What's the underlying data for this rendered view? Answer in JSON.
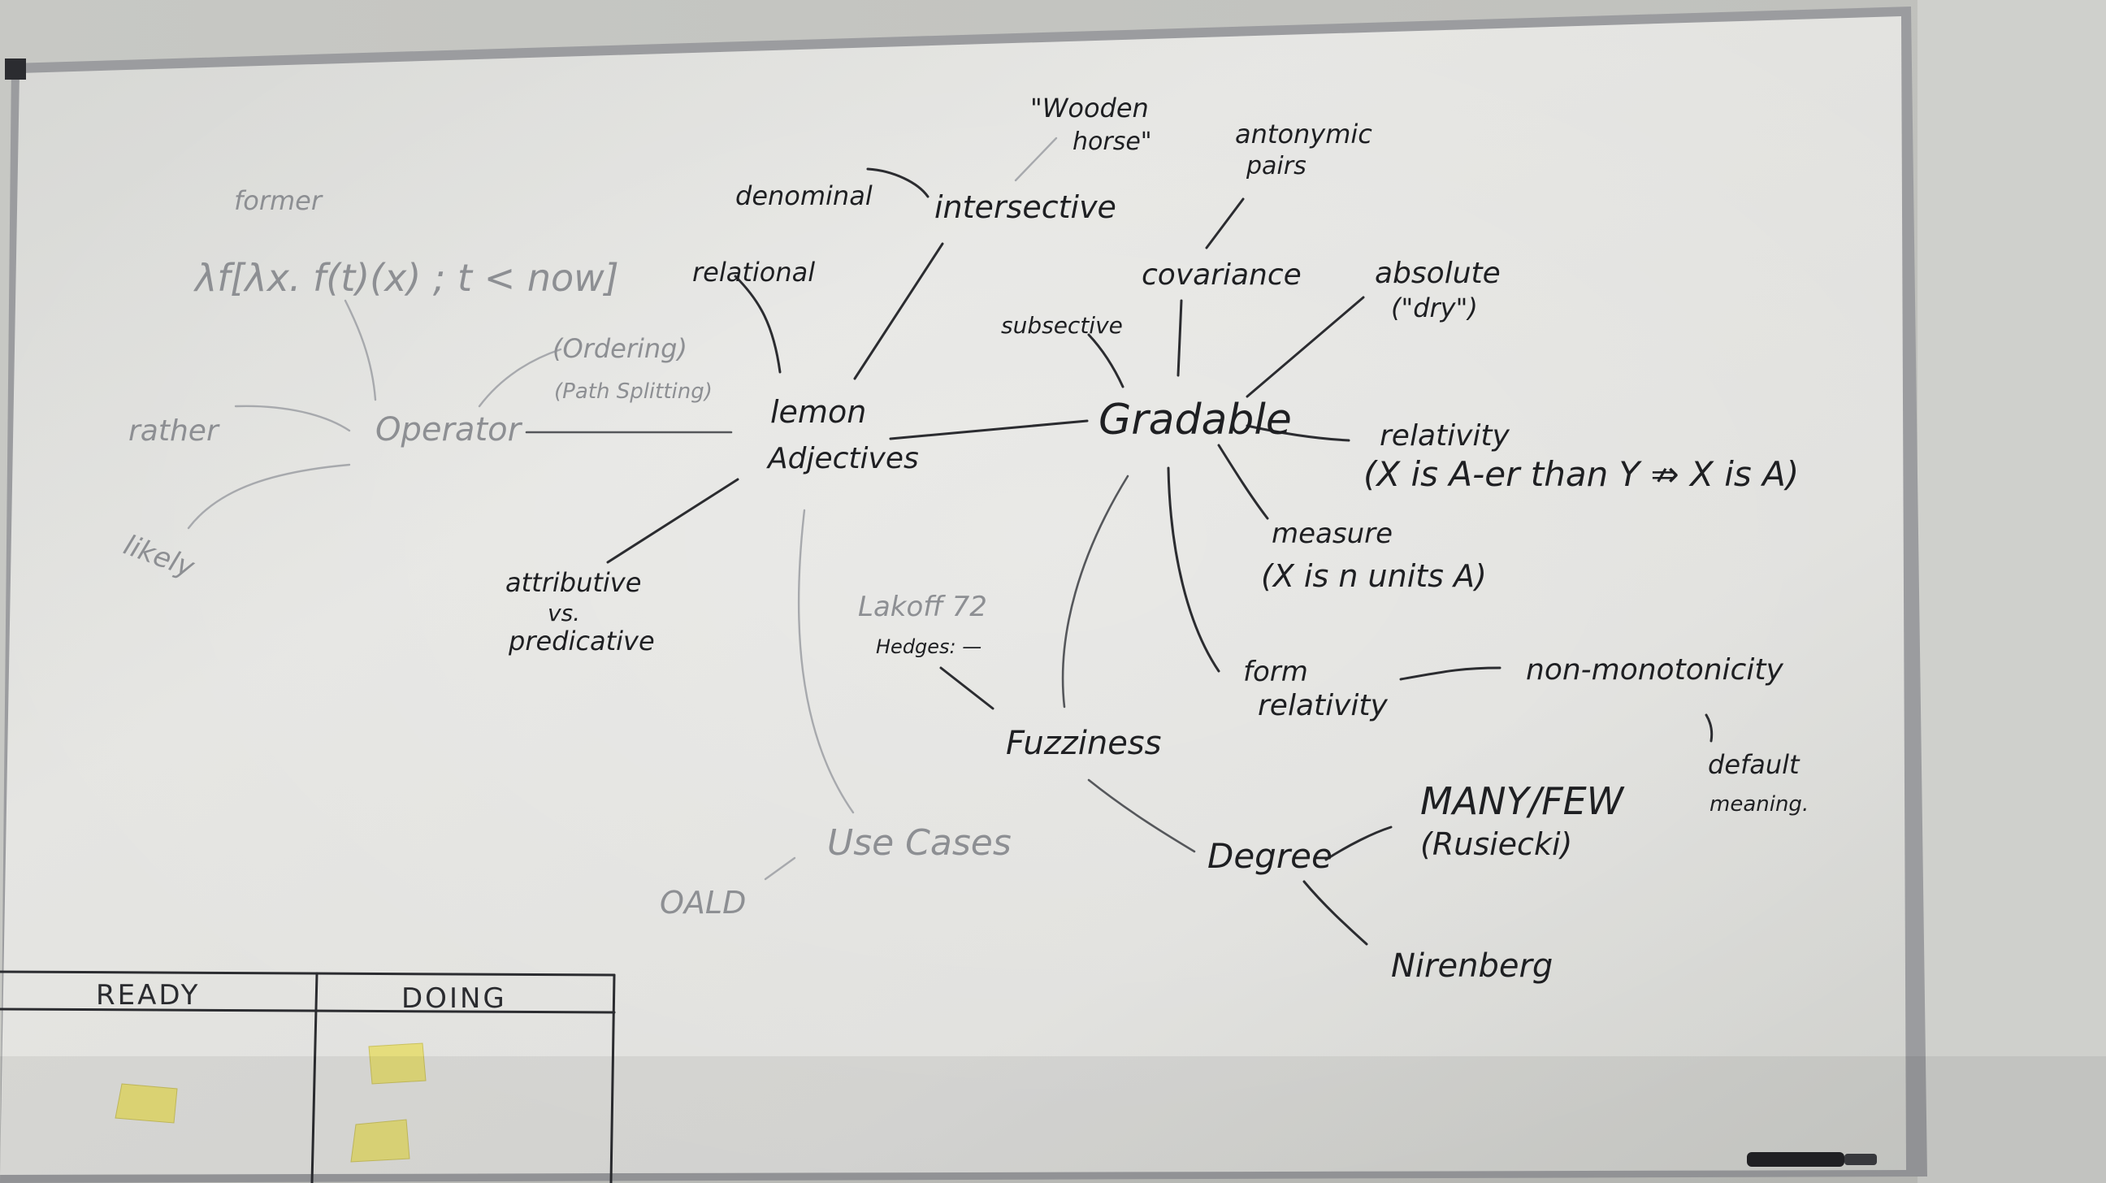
{
  "board": {
    "nodes": {
      "lemon_adjectives_1": "lemon",
      "lemon_adjectives_2": "Adjectives",
      "gradable": "Gradable",
      "operator": "Operator",
      "ordering_1": "(Ordering)",
      "ordering_2": "(Path Splitting)",
      "rather": "rather",
      "likely": "likely",
      "formula_1": "former",
      "formula_2": "λf[λx. f(t)(x) ; t < now]",
      "denominal": "denominal",
      "relational": "relational",
      "intersective": "intersective",
      "wooden_1": "\"Wooden",
      "wooden_2": "horse\"",
      "antonymic_1": "antonymic",
      "antonymic_2": "pairs",
      "covariance": "covariance",
      "subsective": "subsective",
      "absolute_1": "absolute",
      "absolute_2": "(\"dry\")",
      "relativity_1": "relativity",
      "relativity_2": "(X is A-er than Y ⇏ X is A)",
      "measure_1": "measure",
      "measure_2": "(X is n units A)",
      "form_relativity_1": "form",
      "form_relativity_2": "relativity",
      "non_monotonicity": "non-monotonicity",
      "default_meaning_1": "default",
      "default_meaning_2": "meaning.",
      "attributive_1": "attributive",
      "attributive_2": "vs.",
      "attributive_3": "predicative",
      "lakoff_1": "Lakoff 72",
      "lakoff_2": "Hedges: —",
      "fuzziness": "Fuzziness",
      "degree": "Degree",
      "many_few_1": "MANY/FEW",
      "many_few_2": "(Rusiecki)",
      "nirenberg": "Nirenberg",
      "use_cases": "Use Cases",
      "oald": "OALD"
    },
    "kanban": {
      "columns": [
        "READY",
        "DOING"
      ]
    }
  },
  "colors": {
    "wall": "#5f6165",
    "board": "#e1e1de",
    "frame": "#9b9c9f",
    "ink": "#1e1f22",
    "sticky_note": "#e8e07a"
  }
}
